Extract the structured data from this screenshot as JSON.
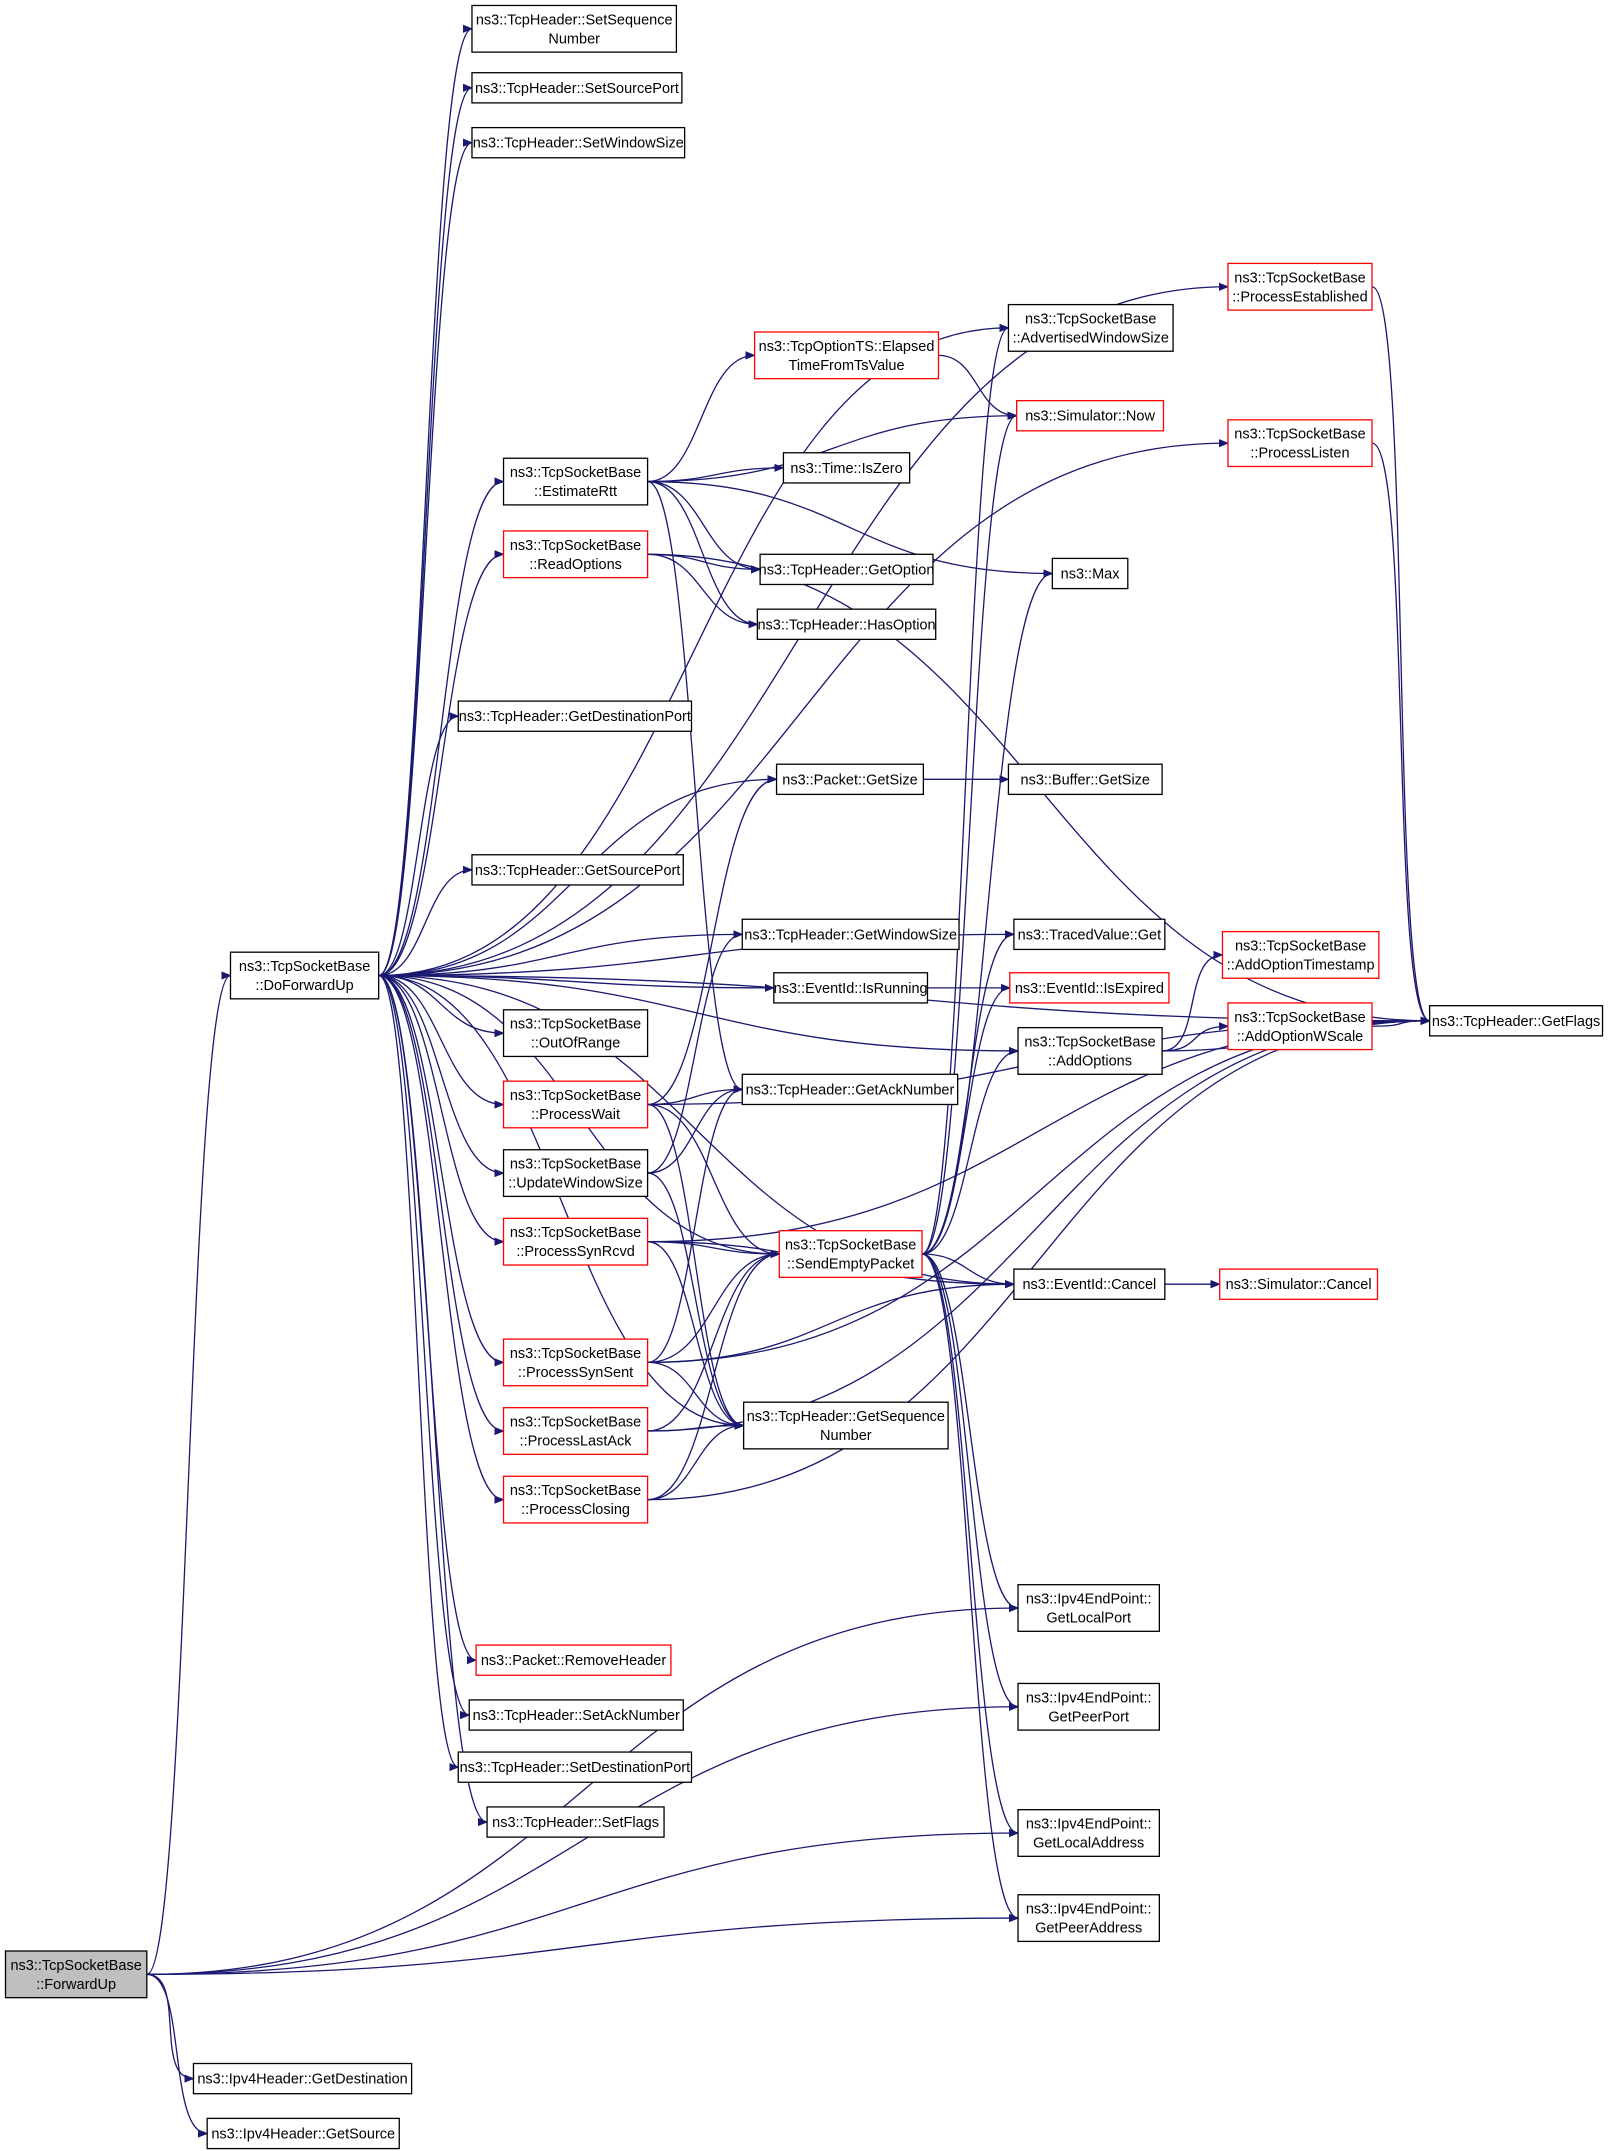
{
  "colors": {
    "edge": "#191970",
    "node_border": "#000000",
    "node_border_incomplete": "#ff0000",
    "focus_fill": "#bfbfbf"
  },
  "nodes": [
    {
      "id": "forwardup",
      "lines": [
        "ns3::TcpSocketBase",
        "::ForwardUp"
      ],
      "style": "focus"
    },
    {
      "id": "doforwardup",
      "lines": [
        "ns3::TcpSocketBase",
        "::DoForwardUp"
      ],
      "style": "normal"
    },
    {
      "id": "ipv4_getdest",
      "lines": [
        "ns3::Ipv4Header::GetDestination"
      ],
      "style": "normal"
    },
    {
      "id": "ipv4_getsrc",
      "lines": [
        "ns3::Ipv4Header::GetSource"
      ],
      "style": "normal"
    },
    {
      "id": "setseq",
      "lines": [
        "ns3::TcpHeader::SetSequence",
        "Number"
      ],
      "style": "normal"
    },
    {
      "id": "setsrcport",
      "lines": [
        "ns3::TcpHeader::SetSourcePort"
      ],
      "style": "normal"
    },
    {
      "id": "setwinsize",
      "lines": [
        "ns3::TcpHeader::SetWindowSize"
      ],
      "style": "normal"
    },
    {
      "id": "estimatertt",
      "lines": [
        "ns3::TcpSocketBase",
        "::EstimateRtt"
      ],
      "style": "normal"
    },
    {
      "id": "readoptions",
      "lines": [
        "ns3::TcpSocketBase",
        "::ReadOptions"
      ],
      "style": "red"
    },
    {
      "id": "getdestport",
      "lines": [
        "ns3::TcpHeader::GetDestinationPort"
      ],
      "style": "normal"
    },
    {
      "id": "getsrcport",
      "lines": [
        "ns3::TcpHeader::GetSourcePort"
      ],
      "style": "normal"
    },
    {
      "id": "outofrange",
      "lines": [
        "ns3::TcpSocketBase",
        "::OutOfRange"
      ],
      "style": "normal"
    },
    {
      "id": "processwait",
      "lines": [
        "ns3::TcpSocketBase",
        "::ProcessWait"
      ],
      "style": "red"
    },
    {
      "id": "updatewin",
      "lines": [
        "ns3::TcpSocketBase",
        "::UpdateWindowSize"
      ],
      "style": "normal"
    },
    {
      "id": "processsynrcvd",
      "lines": [
        "ns3::TcpSocketBase",
        "::ProcessSynRcvd"
      ],
      "style": "red"
    },
    {
      "id": "processsynsent",
      "lines": [
        "ns3::TcpSocketBase",
        "::ProcessSynSent"
      ],
      "style": "red"
    },
    {
      "id": "processlastack",
      "lines": [
        "ns3::TcpSocketBase",
        "::ProcessLastAck"
      ],
      "style": "red"
    },
    {
      "id": "processclosing",
      "lines": [
        "ns3::TcpSocketBase",
        "::ProcessClosing"
      ],
      "style": "red"
    },
    {
      "id": "removeheader",
      "lines": [
        "ns3::Packet::RemoveHeader"
      ],
      "style": "red"
    },
    {
      "id": "setacknum",
      "lines": [
        "ns3::TcpHeader::SetAckNumber"
      ],
      "style": "normal"
    },
    {
      "id": "setdestport",
      "lines": [
        "ns3::TcpHeader::SetDestinationPort"
      ],
      "style": "normal"
    },
    {
      "id": "setflags",
      "lines": [
        "ns3::TcpHeader::SetFlags"
      ],
      "style": "normal"
    },
    {
      "id": "elapsed",
      "lines": [
        "ns3::TcpOptionTS::Elapsed",
        "TimeFromTsValue"
      ],
      "style": "red"
    },
    {
      "id": "iszero",
      "lines": [
        "ns3::Time::IsZero"
      ],
      "style": "normal"
    },
    {
      "id": "getoption",
      "lines": [
        "ns3::TcpHeader::GetOption"
      ],
      "style": "normal"
    },
    {
      "id": "hasoption",
      "lines": [
        "ns3::TcpHeader::HasOption"
      ],
      "style": "normal"
    },
    {
      "id": "pktgetsize",
      "lines": [
        "ns3::Packet::GetSize"
      ],
      "style": "normal"
    },
    {
      "id": "getwinsize",
      "lines": [
        "ns3::TcpHeader::GetWindowSize"
      ],
      "style": "normal"
    },
    {
      "id": "isrunning",
      "lines": [
        "ns3::EventId::IsRunning"
      ],
      "style": "normal"
    },
    {
      "id": "getacknum",
      "lines": [
        "ns3::TcpHeader::GetAckNumber"
      ],
      "style": "normal"
    },
    {
      "id": "sendempty",
      "lines": [
        "ns3::TcpSocketBase",
        "::SendEmptyPacket"
      ],
      "style": "red"
    },
    {
      "id": "getseq",
      "lines": [
        "ns3::TcpHeader::GetSequence",
        "Number"
      ],
      "style": "normal"
    },
    {
      "id": "advwin",
      "lines": [
        "ns3::TcpSocketBase",
        "::AdvertisedWindowSize"
      ],
      "style": "normal"
    },
    {
      "id": "simnow",
      "lines": [
        "ns3::Simulator::Now"
      ],
      "style": "red"
    },
    {
      "id": "max",
      "lines": [
        "ns3::Max"
      ],
      "style": "normal"
    },
    {
      "id": "bufgetsize",
      "lines": [
        "ns3::Buffer::GetSize"
      ],
      "style": "normal"
    },
    {
      "id": "tracedget",
      "lines": [
        "ns3::TracedValue::Get"
      ],
      "style": "normal"
    },
    {
      "id": "isexpired",
      "lines": [
        "ns3::EventId::IsExpired"
      ],
      "style": "red"
    },
    {
      "id": "addoptions",
      "lines": [
        "ns3::TcpSocketBase",
        "::AddOptions"
      ],
      "style": "normal"
    },
    {
      "id": "cancel",
      "lines": [
        "ns3::EventId::Cancel"
      ],
      "style": "normal"
    },
    {
      "id": "getlocalport",
      "lines": [
        "ns3::Ipv4EndPoint::",
        "GetLocalPort"
      ],
      "style": "normal"
    },
    {
      "id": "getpeerport",
      "lines": [
        "ns3::Ipv4EndPoint::",
        "GetPeerPort"
      ],
      "style": "normal"
    },
    {
      "id": "getlocaladdr",
      "lines": [
        "ns3::Ipv4EndPoint::",
        "GetLocalAddress"
      ],
      "style": "normal"
    },
    {
      "id": "getpeeraddr",
      "lines": [
        "ns3::Ipv4EndPoint::",
        "GetPeerAddress"
      ],
      "style": "normal"
    },
    {
      "id": "procestab",
      "lines": [
        "ns3::TcpSocketBase",
        "::ProcessEstablished"
      ],
      "style": "red"
    },
    {
      "id": "proclisten",
      "lines": [
        "ns3::TcpSocketBase",
        "::ProcessListen"
      ],
      "style": "red"
    },
    {
      "id": "addoptts",
      "lines": [
        "ns3::TcpSocketBase",
        "::AddOptionTimestamp"
      ],
      "style": "red"
    },
    {
      "id": "addoptws",
      "lines": [
        "ns3::TcpSocketBase",
        "::AddOptionWScale"
      ],
      "style": "red"
    },
    {
      "id": "simcancel",
      "lines": [
        "ns3::Simulator::Cancel"
      ],
      "style": "red"
    },
    {
      "id": "getflags",
      "lines": [
        "ns3::TcpHeader::GetFlags"
      ],
      "style": "normal"
    }
  ],
  "edges": [
    [
      "forwardup",
      "doforwardup"
    ],
    [
      "forwardup",
      "ipv4_getdest"
    ],
    [
      "forwardup",
      "ipv4_getsrc"
    ],
    [
      "forwardup",
      "getlocalport"
    ],
    [
      "forwardup",
      "getpeerport"
    ],
    [
      "forwardup",
      "getlocaladdr"
    ],
    [
      "forwardup",
      "getpeeraddr"
    ],
    [
      "doforwardup",
      "setseq"
    ],
    [
      "doforwardup",
      "setsrcport"
    ],
    [
      "doforwardup",
      "setwinsize"
    ],
    [
      "doforwardup",
      "procestab"
    ],
    [
      "doforwardup",
      "advwin"
    ],
    [
      "doforwardup",
      "proclisten"
    ],
    [
      "doforwardup",
      "estimatertt"
    ],
    [
      "doforwardup",
      "readoptions"
    ],
    [
      "doforwardup",
      "getdestport"
    ],
    [
      "doforwardup",
      "pktgetsize"
    ],
    [
      "doforwardup",
      "getflags"
    ],
    [
      "doforwardup",
      "getsrcport"
    ],
    [
      "doforwardup",
      "getwinsize"
    ],
    [
      "doforwardup",
      "tracedget"
    ],
    [
      "doforwardup",
      "isrunning"
    ],
    [
      "doforwardup",
      "addoptions"
    ],
    [
      "doforwardup",
      "outofrange"
    ],
    [
      "doforwardup",
      "processwait"
    ],
    [
      "doforwardup",
      "updatewin"
    ],
    [
      "doforwardup",
      "processsynrcvd"
    ],
    [
      "doforwardup",
      "sendempty"
    ],
    [
      "doforwardup",
      "processsynsent"
    ],
    [
      "doforwardup",
      "processlastack"
    ],
    [
      "doforwardup",
      "processclosing"
    ],
    [
      "doforwardup",
      "getseq"
    ],
    [
      "doforwardup",
      "cancel"
    ],
    [
      "doforwardup",
      "removeheader"
    ],
    [
      "doforwardup",
      "setacknum"
    ],
    [
      "doforwardup",
      "setdestport"
    ],
    [
      "doforwardup",
      "setflags"
    ],
    [
      "estimatertt",
      "elapsed"
    ],
    [
      "estimatertt",
      "simnow"
    ],
    [
      "estimatertt",
      "iszero"
    ],
    [
      "estimatertt",
      "max"
    ],
    [
      "estimatertt",
      "getoption"
    ],
    [
      "estimatertt",
      "hasoption"
    ],
    [
      "estimatertt",
      "getacknum"
    ],
    [
      "elapsed",
      "simnow"
    ],
    [
      "readoptions",
      "getoption"
    ],
    [
      "readoptions",
      "hasoption"
    ],
    [
      "readoptions",
      "getflags"
    ],
    [
      "pktgetsize",
      "bufgetsize"
    ],
    [
      "isrunning",
      "isexpired"
    ],
    [
      "processwait",
      "pktgetsize"
    ],
    [
      "processwait",
      "getflags"
    ],
    [
      "processwait",
      "getacknum"
    ],
    [
      "processwait",
      "sendempty"
    ],
    [
      "processwait",
      "getseq"
    ],
    [
      "updatewin",
      "getwinsize"
    ],
    [
      "updatewin",
      "getacknum"
    ],
    [
      "updatewin",
      "getseq"
    ],
    [
      "processsynrcvd",
      "getflags"
    ],
    [
      "processsynrcvd",
      "cancel"
    ],
    [
      "processsynrcvd",
      "sendempty"
    ],
    [
      "processsynrcvd",
      "getseq"
    ],
    [
      "processsynsent",
      "getacknum"
    ],
    [
      "processsynsent",
      "sendempty"
    ],
    [
      "processsynsent",
      "cancel"
    ],
    [
      "processsynsent",
      "getflags"
    ],
    [
      "processsynsent",
      "getseq"
    ],
    [
      "processlastack",
      "sendempty"
    ],
    [
      "processlastack",
      "getseq"
    ],
    [
      "processlastack",
      "getflags"
    ],
    [
      "processclosing",
      "sendempty"
    ],
    [
      "processclosing",
      "getseq"
    ],
    [
      "processclosing",
      "getflags"
    ],
    [
      "sendempty",
      "advwin"
    ],
    [
      "sendempty",
      "simnow"
    ],
    [
      "sendempty",
      "max"
    ],
    [
      "sendempty",
      "tracedget"
    ],
    [
      "sendempty",
      "isexpired"
    ],
    [
      "sendempty",
      "addoptions"
    ],
    [
      "sendempty",
      "cancel"
    ],
    [
      "sendempty",
      "getlocalport"
    ],
    [
      "sendempty",
      "getpeerport"
    ],
    [
      "sendempty",
      "getlocaladdr"
    ],
    [
      "sendempty",
      "getpeeraddr"
    ],
    [
      "addoptions",
      "addoptts"
    ],
    [
      "addoptions",
      "addoptws"
    ],
    [
      "addoptions",
      "getflags"
    ],
    [
      "addoptws",
      "getflags"
    ],
    [
      "cancel",
      "simcancel"
    ],
    [
      "procestab",
      "getflags"
    ],
    [
      "proclisten",
      "getflags"
    ]
  ]
}
